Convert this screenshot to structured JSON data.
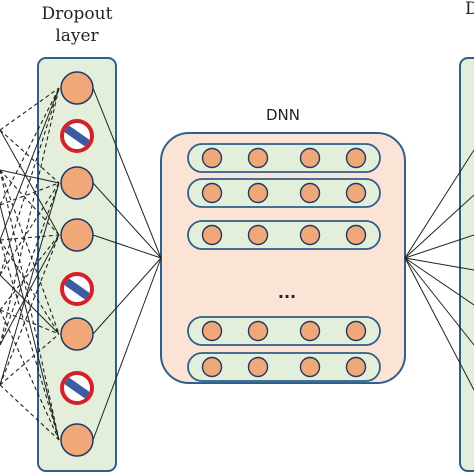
{
  "labels": {
    "dropout_line1": "Dropout",
    "dropout_line2": "layer",
    "dnn": "DNN",
    "right_partial": "D",
    "ellipsis": "..."
  },
  "dropout_layer": {
    "nodes": [
      "active",
      "dropped",
      "active",
      "active",
      "dropped",
      "active",
      "dropped",
      "active"
    ]
  },
  "dnn": {
    "rows_before_ellipsis": 3,
    "rows_after_ellipsis": 2,
    "neurons_per_row": 4
  },
  "colors": {
    "node_fill": "#f0a878",
    "node_stroke": "#203864",
    "layer_fill": "#e3efdb",
    "layer_stroke": "#2f5f8a",
    "dnn_fill": "#fbe3d5",
    "dnn_stroke": "#2f5f8a",
    "drop_ring": "#d4202b",
    "drop_center": "#3b5ca0",
    "text": "#222222"
  }
}
